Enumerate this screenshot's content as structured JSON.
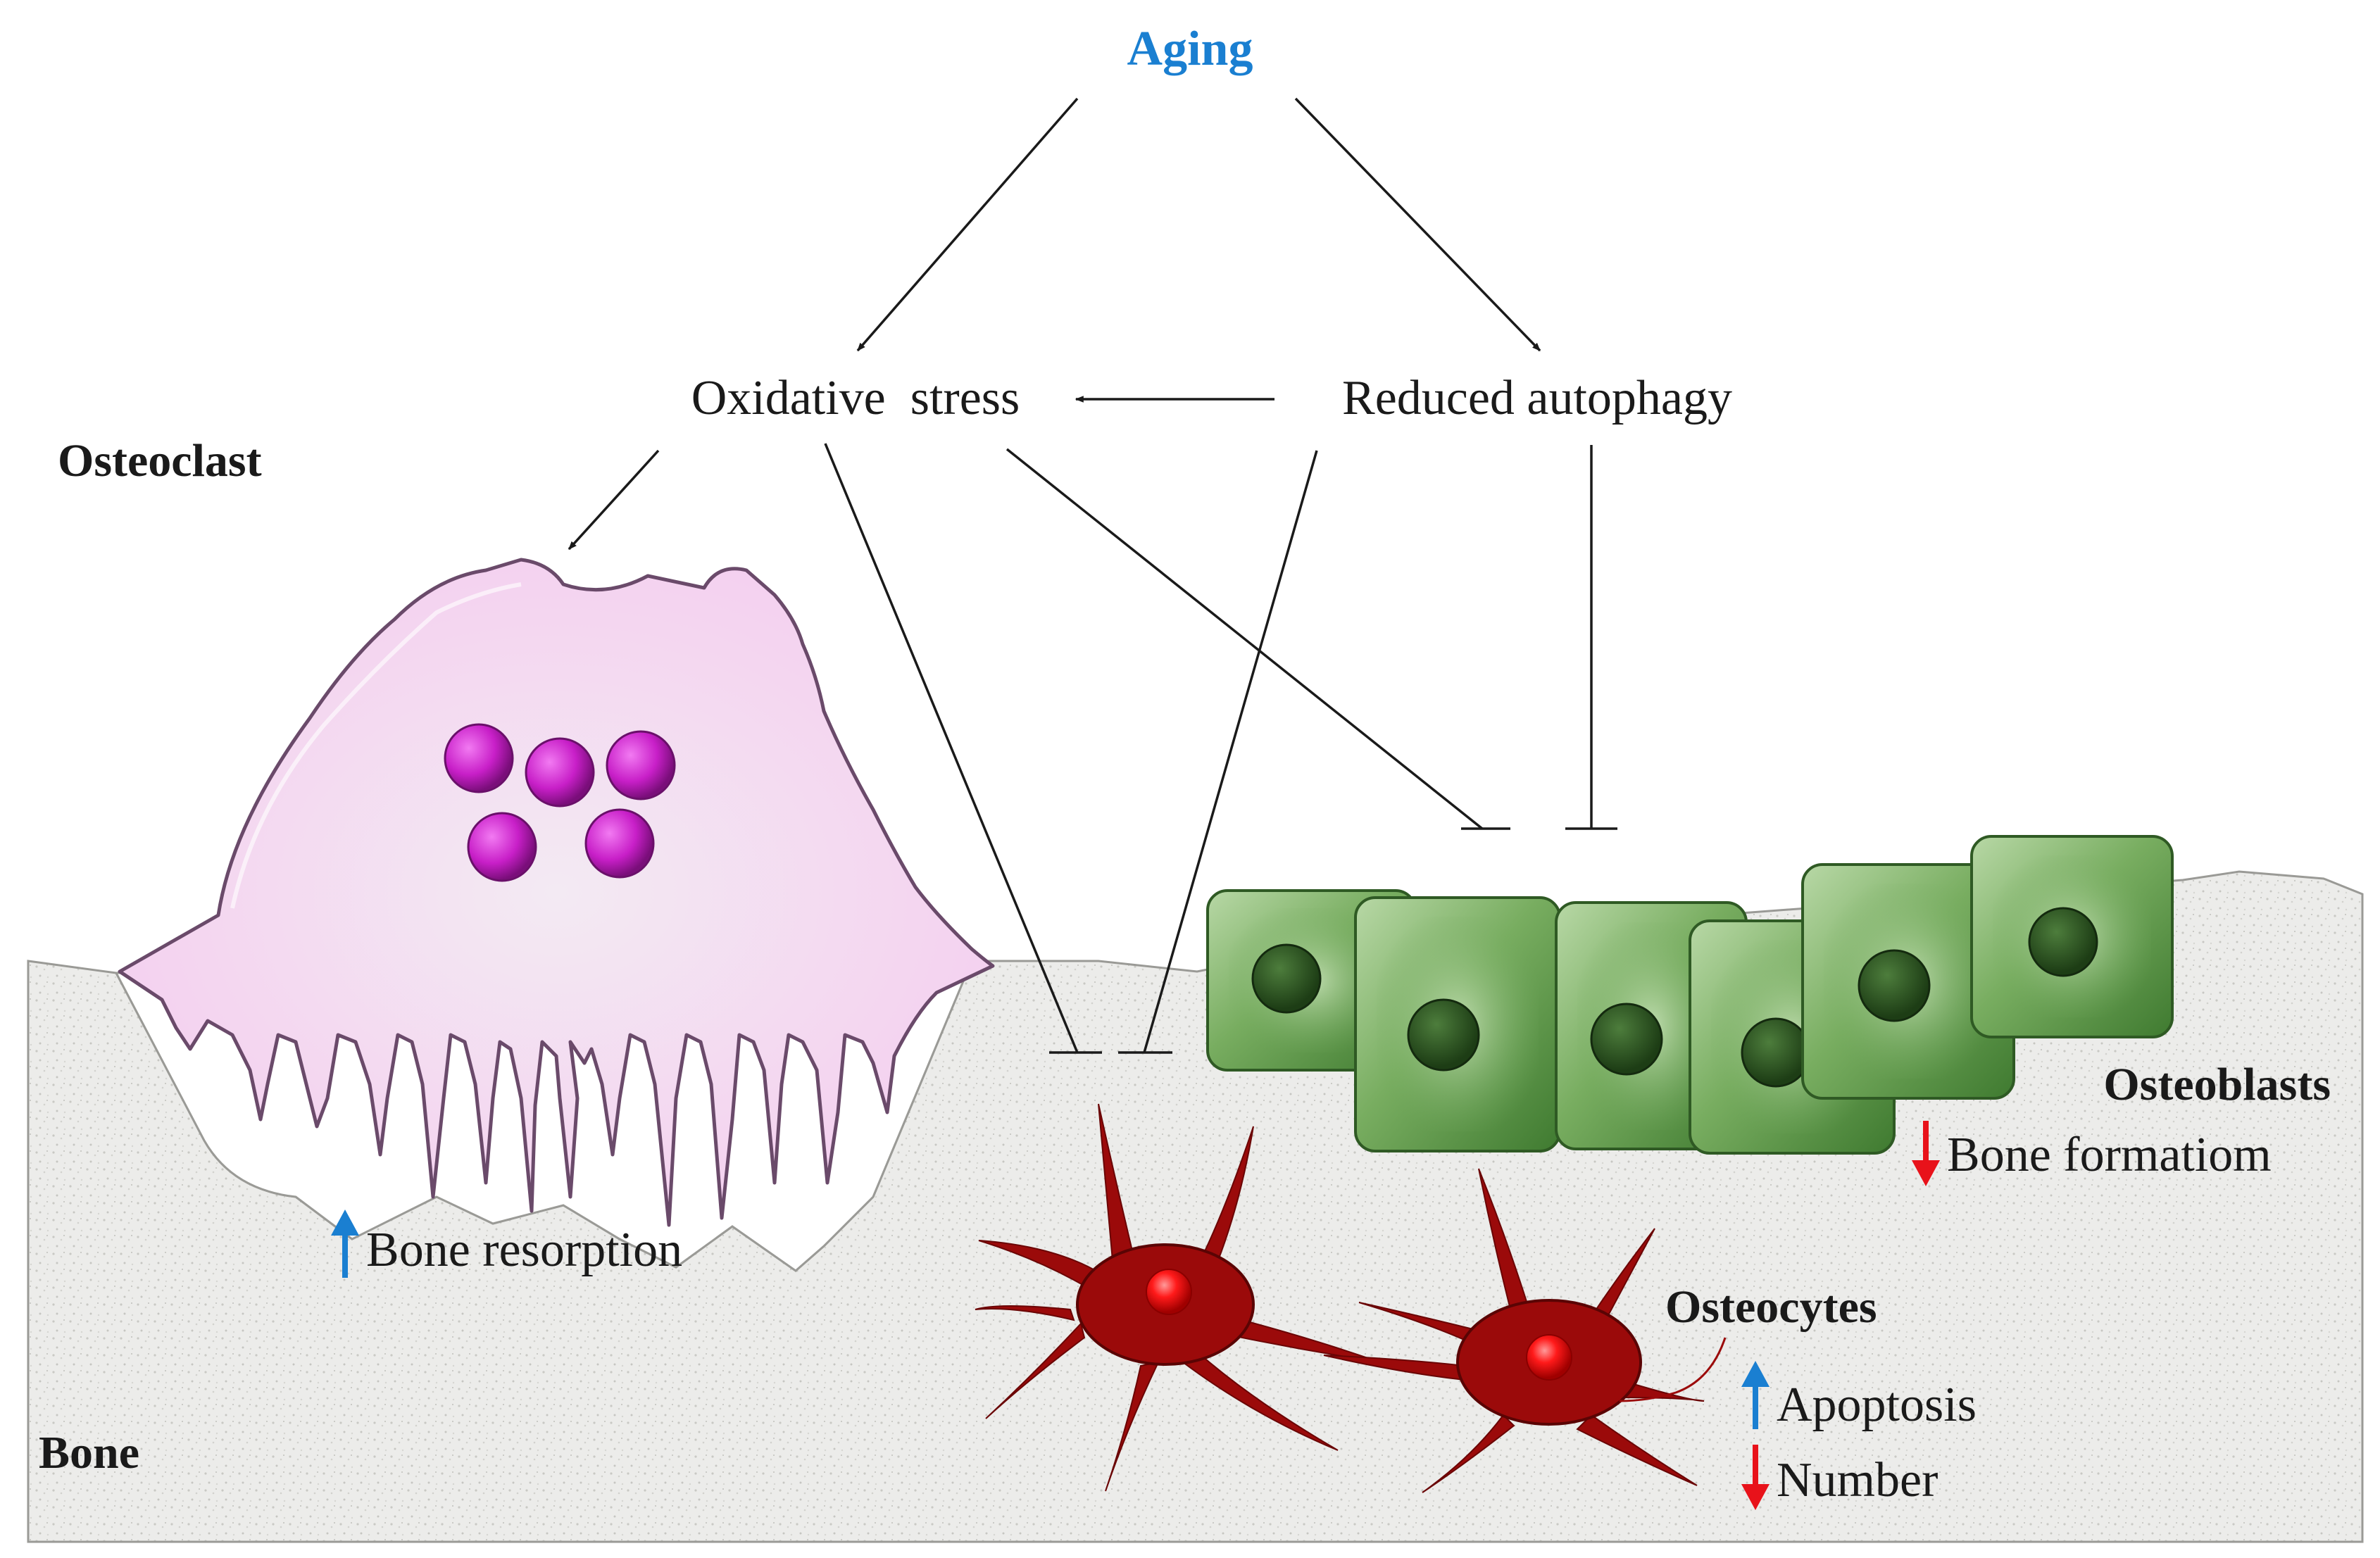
{
  "nodes": {
    "aging": "Aging",
    "oxidative_stress": "Oxidative  stress",
    "reduced_autophagy": "Reduced autophagy"
  },
  "labels": {
    "osteoclast": "Osteoclast",
    "bone": "Bone",
    "osteoblasts": "Osteoblasts",
    "osteocytes": "Osteocytes"
  },
  "effects": {
    "bone_resorption": "Bone resorption",
    "bone_formation": "Bone formatiom",
    "apoptosis": "Apoptosis",
    "number": "Number"
  },
  "colors": {
    "aging_text": "#1a7fd1",
    "up_arrow": "#1a7fd1",
    "down_arrow": "#e8121a",
    "bone_fill": "#ececea",
    "osteoclast_fill": "#f6d2f2",
    "osteoclast_nucleus": "#cc22cc",
    "osteoblast_fill": "#6fa75a",
    "osteoblast_nucleus": "#2e5a22",
    "osteocyte_fill": "#9b0a0a",
    "osteocyte_nucleus": "#ff1a1a"
  }
}
